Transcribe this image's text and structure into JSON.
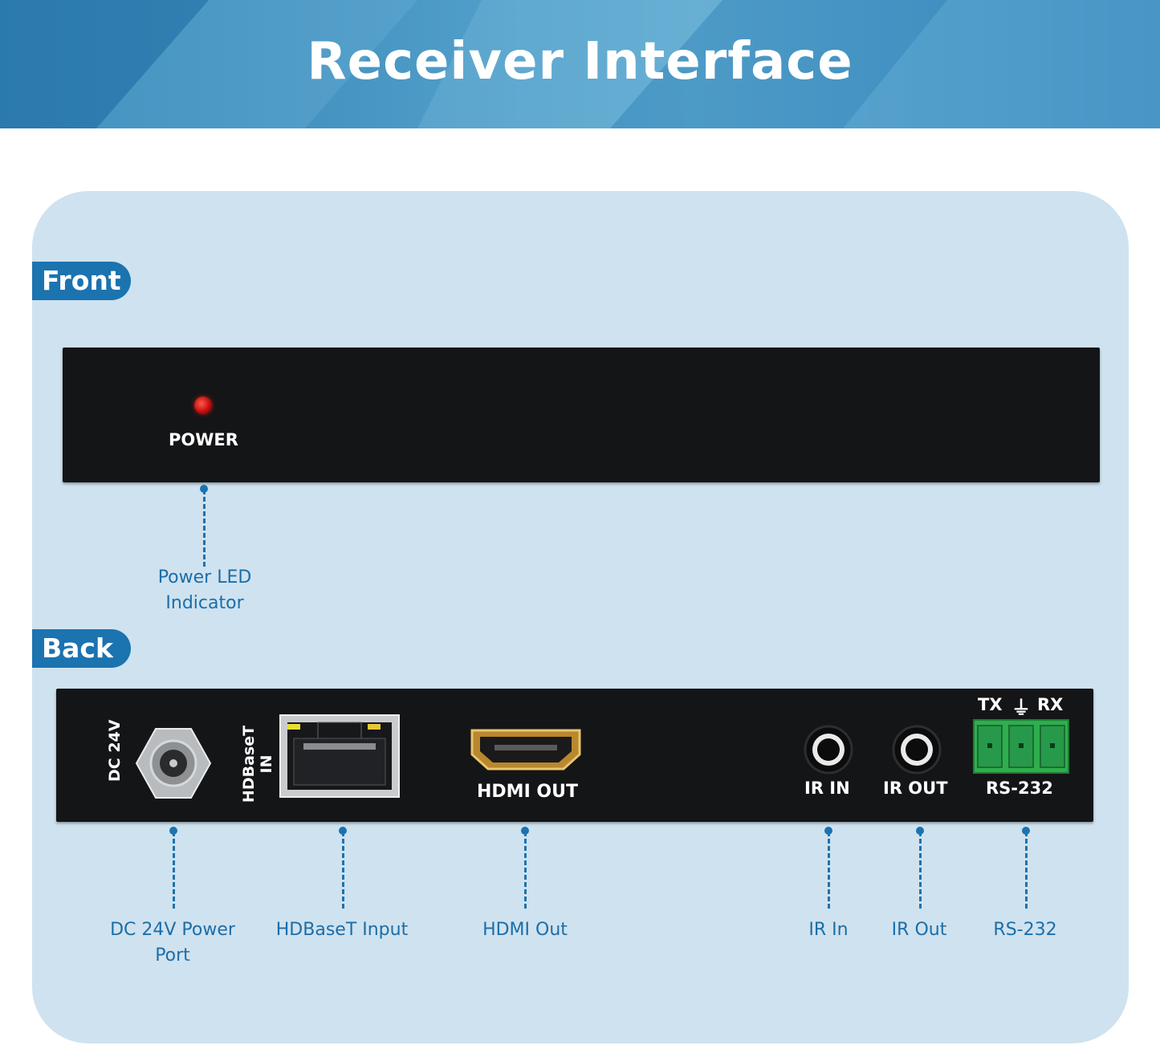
{
  "header": {
    "title": "Receiver Interface"
  },
  "colors": {
    "accent": "#1b73b0",
    "panel_bg": "#cfe2ef",
    "device": "#141517",
    "terminal": "#2fae4e",
    "led": "#d01010"
  },
  "front": {
    "tag": "Front",
    "device_labels": {
      "power": "POWER"
    },
    "callouts": [
      {
        "label": "Power LED\nIndicator"
      }
    ]
  },
  "back": {
    "tag": "Back",
    "device_labels": {
      "dc24v": "DC 24V",
      "hdbaset_in": "HDBaseT\nIN",
      "hdmi_out": "HDMI OUT",
      "ir_in": "IR IN",
      "ir_out": "IR OUT",
      "tx": "TX",
      "ground": "⏚",
      "rx": "RX",
      "rs232": "RS-232"
    },
    "callouts": [
      {
        "label": "DC 24V Power\nPort"
      },
      {
        "label": "HDBaseT Input"
      },
      {
        "label": "HDMI Out"
      },
      {
        "label": "IR In"
      },
      {
        "label": "IR Out"
      },
      {
        "label": "RS-232"
      }
    ]
  }
}
